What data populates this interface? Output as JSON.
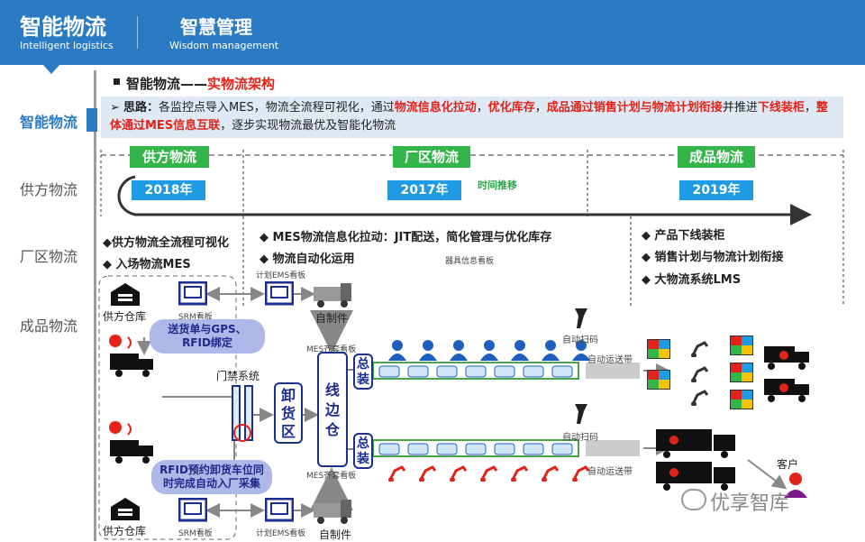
{
  "header": {
    "title": "智能物流",
    "title_en": "Intelligent logistics",
    "subtitle": "智慧管理",
    "subtitle_en": "Wisdom management"
  },
  "nav": [
    "智能物流",
    "供方物流",
    "厂区物流",
    "成品物流"
  ],
  "heading": {
    "prefix": "智能物流——",
    "highlight": "实物流架构"
  },
  "idea": {
    "label": "思路：",
    "p1": "各监控点导入MES，物流全流程可视化，通过",
    "r1": "物流信息化拉动",
    "p2": "，",
    "r2": "优化库存",
    "p3": "，",
    "r3": "成品通过销售计划与物流计划衔接",
    "p4": "并推进",
    "r4": "下线装柜",
    "p5": "，",
    "r5": "整体通过MES信息互联",
    "p6": "，逐步实现物流最优及智能化物流"
  },
  "sections": [
    {
      "tag": "供方物流",
      "year": "2018年"
    },
    {
      "tag": "厂区物流",
      "year": "2017年"
    },
    {
      "tag": "成品物流",
      "year": "2019年"
    }
  ],
  "timeline_note": "时间推移",
  "bullets_left": [
    "◆供方物流全流程可视化",
    "◆ 入场物流MES"
  ],
  "bullets_mid": [
    "◆ MES物流信息化拉动：JIT配送，简化管理与优化库存",
    "◆ 物流自动化运用"
  ],
  "mid_small": "器具信息看板",
  "bullets_right": [
    "◆ 产品下线装柜",
    "◆ 销售计划与物流计划衔接",
    "◆ 大物流系统LMS"
  ],
  "diagram": {
    "supplier_wh": "供方仓库",
    "srm": "SRM看板",
    "plan_ems": "计划EMS看板",
    "self_made": "自制件",
    "cloud1": [
      "送货单与GPS、",
      "RFID绑定"
    ],
    "gate": "门禁系统",
    "unload": [
      "卸",
      "货",
      "区"
    ],
    "line_wh": [
      "线",
      "边",
      "仓"
    ],
    "mes_board": "MES齐套看板",
    "assembly": [
      "总",
      "装"
    ],
    "scan": "自动扫码",
    "conveyor": "自动运送带",
    "cloud2": [
      "RFID预约卸货车位同",
      "时完成自动入厂采集"
    ],
    "customer": "客户"
  },
  "watermark": "优享智库",
  "colors": {
    "header": "#2a7bc4",
    "green": "#34b54a",
    "blue": "#1f9be3",
    "red": "#e2231a",
    "navy": "#1b2f8f"
  }
}
